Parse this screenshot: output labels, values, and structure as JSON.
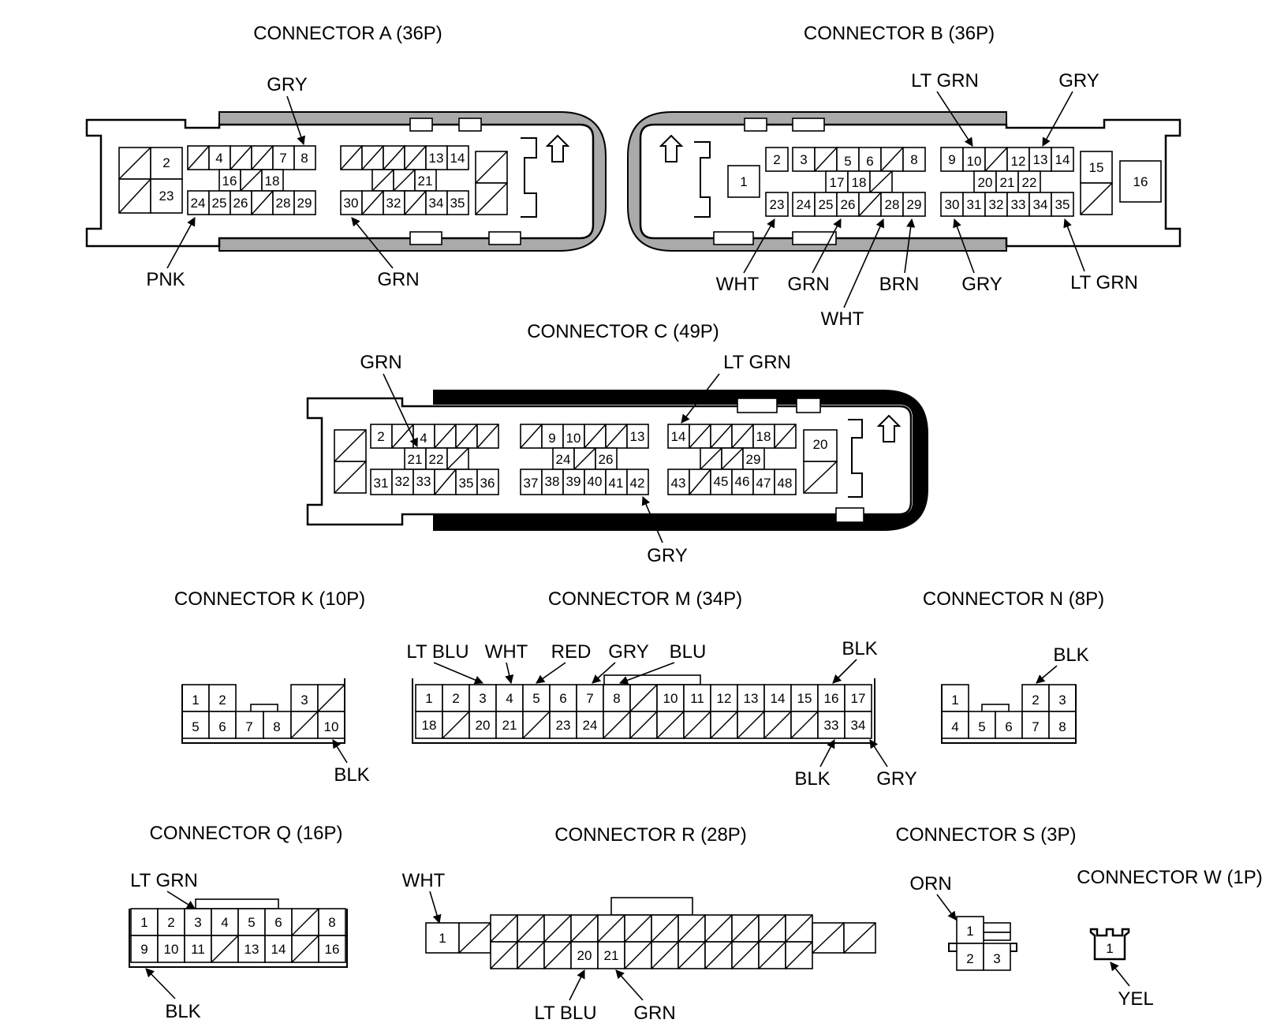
{
  "connectors": {
    "A": {
      "title": "CONNECTOR A (36P)",
      "pins": [
        "2",
        "23",
        "4",
        "7",
        "8",
        "16",
        "18",
        "24",
        "25",
        "26",
        "28",
        "29",
        "13",
        "14",
        "21",
        "30",
        "32",
        "34",
        "35"
      ],
      "wires": {
        "gry": "GRY",
        "pnk": "PNK",
        "grn": "GRN"
      }
    },
    "B": {
      "title": "CONNECTOR B (36P)",
      "pins": [
        "1",
        "2",
        "3",
        "5",
        "6",
        "8",
        "17",
        "18",
        "23",
        "24",
        "25",
        "26",
        "28",
        "29",
        "9",
        "10",
        "12",
        "13",
        "14",
        "20",
        "21",
        "22",
        "30",
        "31",
        "32",
        "33",
        "34",
        "35",
        "15",
        "16"
      ],
      "wires": {
        "lt_grn_top": "LT GRN",
        "gry_top": "GRY",
        "wht_23": "WHT",
        "grn_26": "GRN",
        "wht_28": "WHT",
        "brn_29": "BRN",
        "gry_30": "GRY",
        "lt_grn_35": "LT GRN"
      }
    },
    "C": {
      "title": "CONNECTOR C (49P)",
      "pins": [
        "2",
        "4",
        "21",
        "22",
        "31",
        "32",
        "33",
        "35",
        "36",
        "9",
        "10",
        "13",
        "24",
        "26",
        "37",
        "38",
        "39",
        "40",
        "41",
        "42",
        "14",
        "18",
        "29",
        "43",
        "45",
        "46",
        "47",
        "48",
        "20"
      ],
      "wires": {
        "grn": "GRN",
        "lt_grn": "LT GRN",
        "gry": "GRY"
      }
    },
    "K": {
      "title": "CONNECTOR K (10P)",
      "pins": [
        "1",
        "2",
        "3",
        "5",
        "6",
        "7",
        "8",
        "10"
      ],
      "wires": {
        "blk": "BLK"
      }
    },
    "M": {
      "title": "CONNECTOR M (34P)",
      "pins": [
        "1",
        "2",
        "3",
        "4",
        "5",
        "6",
        "7",
        "8",
        "10",
        "11",
        "12",
        "13",
        "14",
        "15",
        "16",
        "17",
        "18",
        "20",
        "21",
        "23",
        "24",
        "33",
        "34"
      ],
      "wires": {
        "lt_blu": "LT BLU",
        "wht": "WHT",
        "red": "RED",
        "gry": "GRY",
        "blu": "BLU",
        "blk_16": "BLK",
        "blk_33": "BLK",
        "gry_34": "GRY"
      }
    },
    "N": {
      "title": "CONNECTOR N (8P)",
      "pins": [
        "1",
        "2",
        "3",
        "4",
        "5",
        "6",
        "7",
        "8"
      ],
      "wires": {
        "blk": "BLK"
      }
    },
    "Q": {
      "title": "CONNECTOR Q (16P)",
      "pins": [
        "1",
        "2",
        "3",
        "4",
        "5",
        "6",
        "8",
        "9",
        "10",
        "11",
        "13",
        "14",
        "16"
      ],
      "wires": {
        "lt_grn": "LT GRN",
        "blk": "BLK"
      }
    },
    "R": {
      "title": "CONNECTOR R (28P)",
      "pins": [
        "1",
        "20",
        "21"
      ],
      "wires": {
        "wht": "WHT",
        "lt_blu": "LT BLU",
        "grn": "GRN"
      }
    },
    "S": {
      "title": "CONNECTOR S (3P)",
      "pins": [
        "1",
        "2",
        "3"
      ],
      "wires": {
        "orn": "ORN"
      }
    },
    "W": {
      "title": "CONNECTOR W (1P)",
      "pins": [
        "1"
      ],
      "wires": {
        "yel": "YEL"
      }
    }
  }
}
